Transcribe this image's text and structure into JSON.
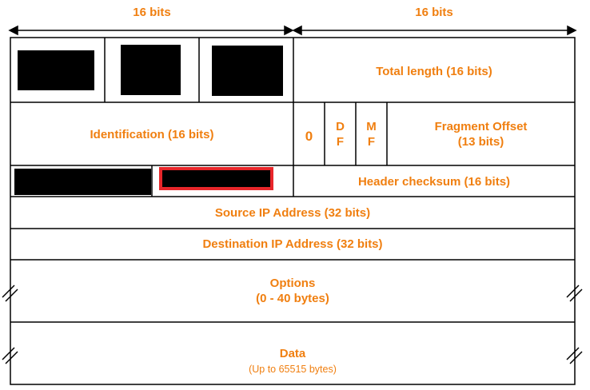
{
  "header": {
    "left_width_label": "16 bits",
    "right_width_label": "16 bits"
  },
  "rows": {
    "row1": {
      "total_length": "Total length (16 bits)"
    },
    "row2": {
      "identification": "Identification (16 bits)",
      "zero_flag": "0",
      "df_flag": "D\nF",
      "mf_flag": "M\nF",
      "fragment_offset": "Fragment Offset\n(13 bits)"
    },
    "row3": {
      "header_checksum": "Header checksum (16 bits)"
    },
    "row4": {
      "source_ip": "Source IP Address (32 bits)"
    },
    "row5": {
      "destination_ip": "Destination IP Address (32 bits)"
    },
    "row6": {
      "options": "Options\n(0 - 40 bytes)"
    },
    "row7": {
      "data": "Data",
      "data_size": "(Up to 65515 bytes)"
    }
  },
  "colors": {
    "label": "#f07f10",
    "line": "#000000",
    "redaction": "#000000",
    "highlight": "#e8262a"
  }
}
